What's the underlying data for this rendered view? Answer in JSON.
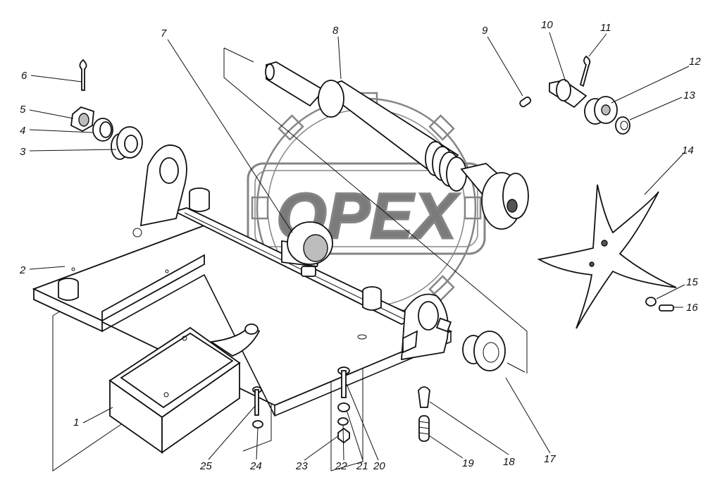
{
  "watermark": {
    "text": "OPEX"
  },
  "callouts": [
    {
      "label": "1"
    },
    {
      "label": "2"
    },
    {
      "label": "3"
    },
    {
      "label": "4"
    },
    {
      "label": "5"
    },
    {
      "label": "6"
    },
    {
      "label": "7"
    },
    {
      "label": "8"
    },
    {
      "label": "9"
    },
    {
      "label": "10"
    },
    {
      "label": "11"
    },
    {
      "label": "12"
    },
    {
      "label": "13"
    },
    {
      "label": "14"
    },
    {
      "label": "15"
    },
    {
      "label": "16"
    },
    {
      "label": "17"
    },
    {
      "label": "18"
    },
    {
      "label": "19"
    },
    {
      "label": "20"
    },
    {
      "label": "21"
    },
    {
      "label": "22"
    },
    {
      "label": "23"
    },
    {
      "label": "24"
    },
    {
      "label": "25"
    }
  ]
}
